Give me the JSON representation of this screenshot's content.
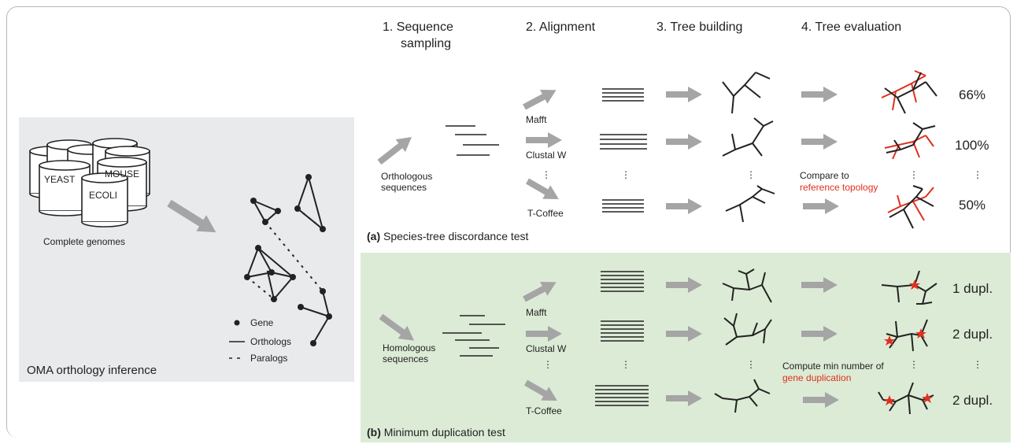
{
  "colors": {
    "left_panel_bg": "#e9eaeb",
    "green_panel_bg": "#dcebd6",
    "arrow": "#a5a5a5",
    "red_accent": "#e0301e",
    "frame_border": "#b8b8b8"
  },
  "left_panel": {
    "genomes": [
      "YEAST",
      "ECOLI",
      "MOUSE"
    ],
    "genomes_caption": "Complete genomes",
    "legend": {
      "gene": "Gene",
      "orthologs": "Orthologs",
      "paralogs": "Paralogs"
    },
    "title": "OMA orthology inference"
  },
  "steps": {
    "s1_line1": "1.  Sequence",
    "s1_line2": "sampling",
    "s2": "2.  Alignment",
    "s3": "3.  Tree building",
    "s4": "4.  Tree evaluation"
  },
  "panel_a": {
    "label_prefix": "(a)",
    "label": " Species-tree discordance test",
    "input_line1": "Orthologous",
    "input_line2": "sequences",
    "aligners": [
      "Mafft",
      "Clustal W",
      "T-Coffee"
    ],
    "compare_line1": "Compare to",
    "compare_line2": "reference topology",
    "results": [
      "66%",
      "100%",
      "50%"
    ]
  },
  "panel_b": {
    "label_prefix": "(b)",
    "label": " Minimum duplication test",
    "input_line1": "Homologous",
    "input_line2": "sequences",
    "aligners": [
      "Mafft",
      "Clustal W",
      "T-Coffee"
    ],
    "compute_line1": "Compute min number of",
    "compute_line2": "gene duplication",
    "results": [
      "1 dupl.",
      "2 dupl.",
      "2 dupl."
    ]
  },
  "ellipsis": "⋮"
}
